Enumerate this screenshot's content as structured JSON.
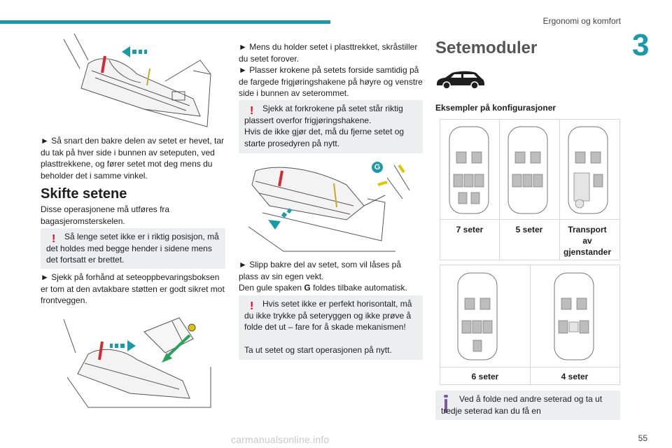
{
  "header": {
    "section_title": "Ergonomi og komfort",
    "chapter_number": "3",
    "page_number": "55"
  },
  "col1": {
    "para1": "► Så snart den bakre delen av setet er hevet, tar du tak på hver side i bunnen av seteputen, ved plasttrekkene, og fører setet mot deg mens du beholder det i samme vinkel.",
    "heading": "Skifte setene",
    "para2": "Disse operasjonene må utføres fra bagasjeromsterskelen.",
    "warning": "Så lenge setet ikke er i riktig posisjon, må det holdes med begge hender i sidene mens det fortsatt er brettet.",
    "para3": "► Sjekk på forhånd at seteoppbevaringsboksen er tom at den avtakbare støtten er godt sikret mot frontveggen."
  },
  "col2": {
    "para1": "► Mens du holder setet i plasttrekket, skråstiller du setet forover.",
    "para2": "► Plasser krokene på setets forside samtidig på de fargede frigjøringshakene på høyre og venstre side i bunnen av seterommet.",
    "warning1_line1": "Sjekk at forkrokene på setet står riktig plassert overfor frigjøringshakene.",
    "warning1_line2": "Hvis de ikke gjør det, må du fjerne setet og starte prosedyren på nytt.",
    "figure_label": "G",
    "para3": "► Slipp bakre del av setet, som vil låses på plass av sin egen vekt.",
    "para4_pre": "Den gule spaken ",
    "para4_bold": "G",
    "para4_post": " foldes tilbake automatisk.",
    "warning2_line1": "Hvis setet ikke er perfekt horisontalt, må du ikke trykke på seteryggen og ikke prøve å folde det ut – fare for å skade mekanismen!",
    "warning2_line2": "Ta ut setet og start operasjonen på nytt."
  },
  "col3": {
    "title": "Setemoduler",
    "subheading": "Eksempler på konfigurasjoner",
    "configs_row1": [
      "7 seter",
      "5 seter",
      "Transport av gjenstander"
    ],
    "configs_row2": [
      "6 seter",
      "4 seter"
    ],
    "info": "Ved å folde ned andre seterad og ta ut tredje seterad kan du få en"
  },
  "watermark": "carmanualsonline.info",
  "colors": {
    "accent_teal": "#1a9aa6",
    "warning_red": "#e2001a",
    "info_purple": "#7b5aa6",
    "box_gray": "#eceeef"
  }
}
